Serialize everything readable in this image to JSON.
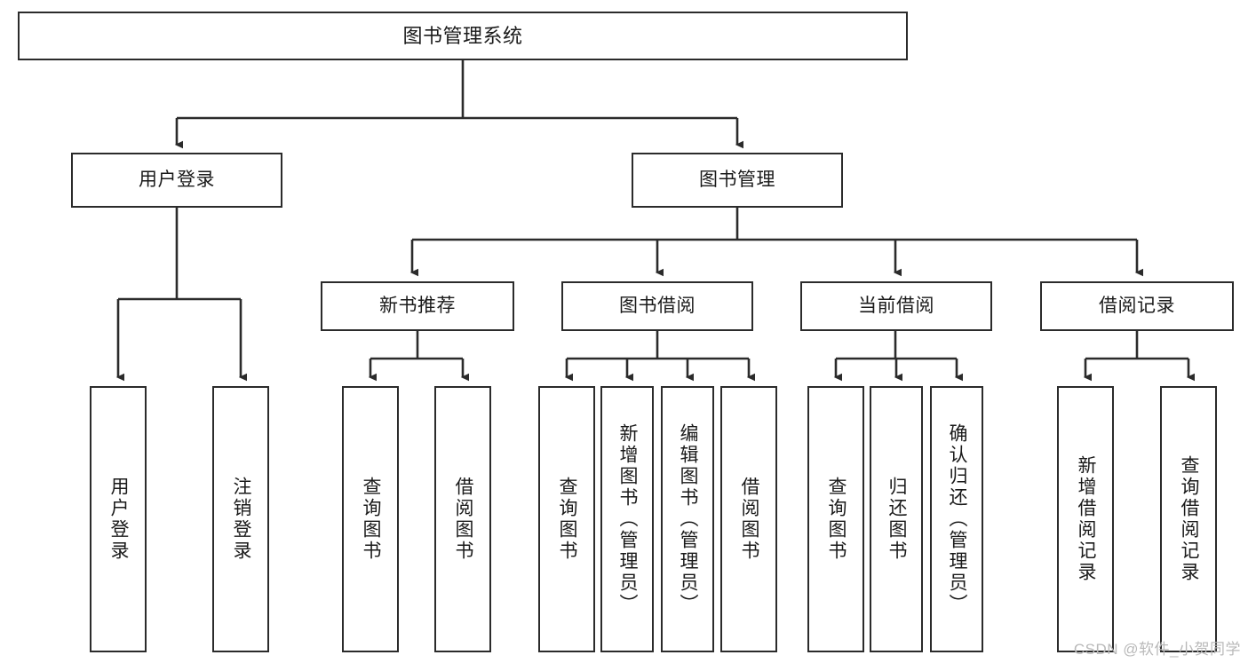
{
  "diagram": {
    "title_node": {
      "label": "图书管理系统"
    },
    "level1": [
      {
        "label": "用户登录"
      },
      {
        "label": "图书管理"
      }
    ],
    "level2": [
      {
        "label": "新书推荐"
      },
      {
        "label": "图书借阅"
      },
      {
        "label": "当前借阅"
      },
      {
        "label": "借阅记录"
      }
    ],
    "leaves": {
      "user_login": [
        {
          "label": "用户登录"
        },
        {
          "label": "注销登录"
        }
      ],
      "new_book_recommend": [
        {
          "label": "查询图书"
        },
        {
          "label": "借阅图书"
        }
      ],
      "book_borrow": [
        {
          "label": "查询图书"
        },
        {
          "label": "新增图书（管理员）"
        },
        {
          "label": "编辑图书（管理员）"
        },
        {
          "label": "借阅图书"
        }
      ],
      "current_borrow": [
        {
          "label": "查询图书"
        },
        {
          "label": "归还图书"
        },
        {
          "label": "确认归还（管理员）"
        }
      ],
      "borrow_record": [
        {
          "label": "新增借阅记录"
        },
        {
          "label": "查询借阅记录"
        }
      ]
    }
  },
  "watermark": {
    "text": "CSDN @软件_小贺同学"
  },
  "colors": {
    "stroke": "#2b2b2b",
    "background": "#ffffff",
    "text": "#1a1a1a",
    "watermark": "#b9b9b9"
  }
}
